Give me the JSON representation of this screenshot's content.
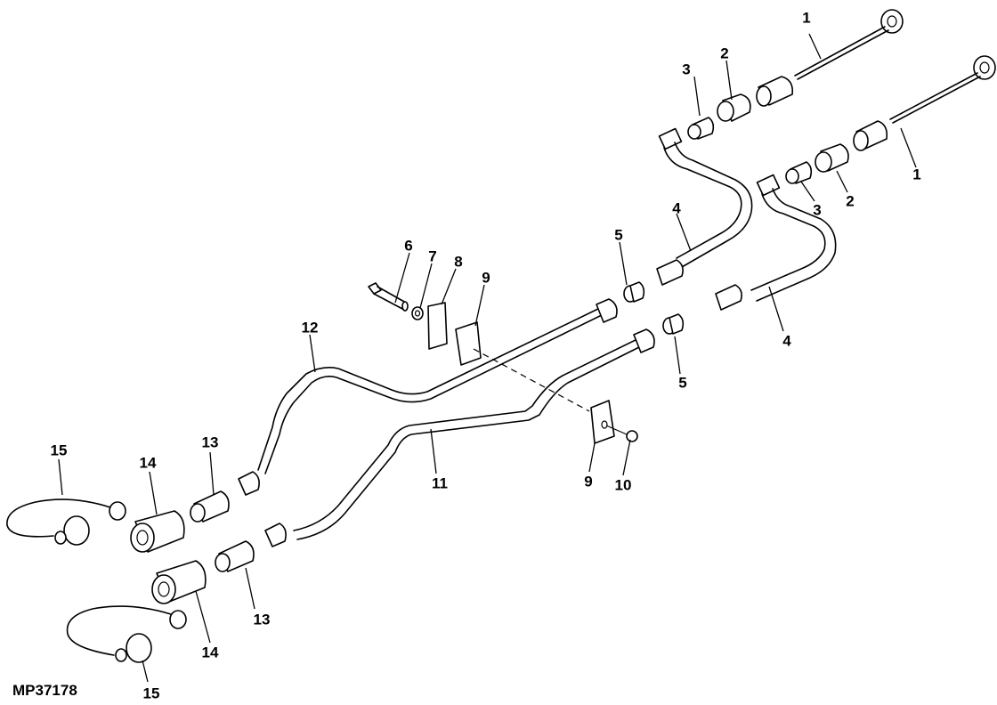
{
  "figure_id": "MP37178",
  "callouts": [
    {
      "id": "c1a",
      "num": "1",
      "part": "dust-cap-with-strap"
    },
    {
      "id": "c1b",
      "num": "1",
      "part": "dust-cap-with-strap"
    },
    {
      "id": "c2a",
      "num": "2",
      "part": "adapter"
    },
    {
      "id": "c2b",
      "num": "2",
      "part": "adapter"
    },
    {
      "id": "c3a",
      "num": "3",
      "part": "elbow-fitting"
    },
    {
      "id": "c3b",
      "num": "3",
      "part": "elbow-fitting"
    },
    {
      "id": "c4a",
      "num": "4",
      "part": "hydraulic-hose"
    },
    {
      "id": "c4b",
      "num": "4",
      "part": "hydraulic-hose"
    },
    {
      "id": "c5a",
      "num": "5",
      "part": "union-fitting"
    },
    {
      "id": "c5b",
      "num": "5",
      "part": "union-fitting"
    },
    {
      "id": "c6",
      "num": "6",
      "part": "cap-screw"
    },
    {
      "id": "c7",
      "num": "7",
      "part": "washer"
    },
    {
      "id": "c8",
      "num": "8",
      "part": "plate"
    },
    {
      "id": "c9a",
      "num": "9",
      "part": "clamp-half"
    },
    {
      "id": "c9b",
      "num": "9",
      "part": "clamp-half"
    },
    {
      "id": "c10",
      "num": "10",
      "part": "nut"
    },
    {
      "id": "c11",
      "num": "11",
      "part": "hydraulic-line"
    },
    {
      "id": "c12",
      "num": "12",
      "part": "hydraulic-line"
    },
    {
      "id": "c13a",
      "num": "13",
      "part": "adapter"
    },
    {
      "id": "c13b",
      "num": "13",
      "part": "adapter"
    },
    {
      "id": "c14a",
      "num": "14",
      "part": "quick-coupler"
    },
    {
      "id": "c14b",
      "num": "14",
      "part": "quick-coupler"
    },
    {
      "id": "c15a",
      "num": "15",
      "part": "dust-plug-with-strap"
    },
    {
      "id": "c15b",
      "num": "15",
      "part": "dust-plug-with-strap"
    }
  ]
}
